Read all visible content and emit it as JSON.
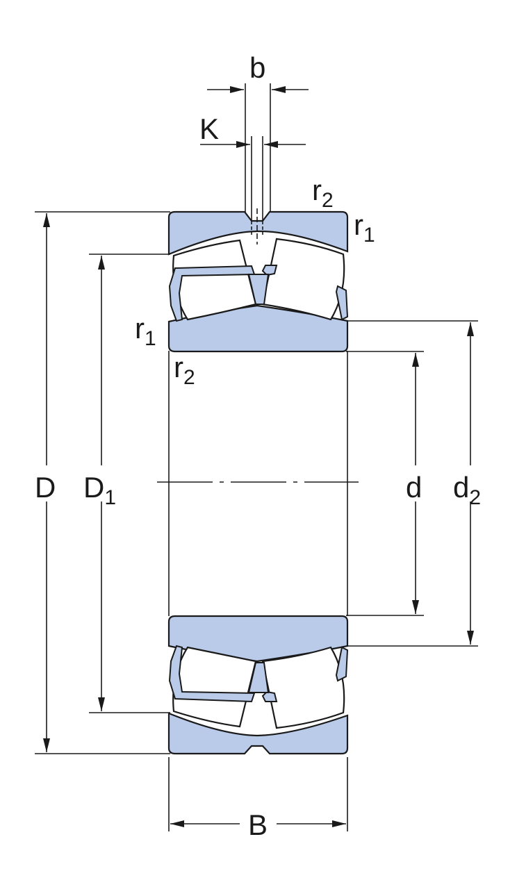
{
  "labels": {
    "b": "b",
    "K": "K",
    "D": "D",
    "D1_main": "D",
    "D1_sub": "1",
    "d": "d",
    "d2_main": "d",
    "d2_sub": "2",
    "B": "B",
    "r_main": "r",
    "r1_sub": "1",
    "r2_sub": "2"
  },
  "colors": {
    "ring_fill": "#b9cbe9",
    "line": "#1a1a1a"
  }
}
